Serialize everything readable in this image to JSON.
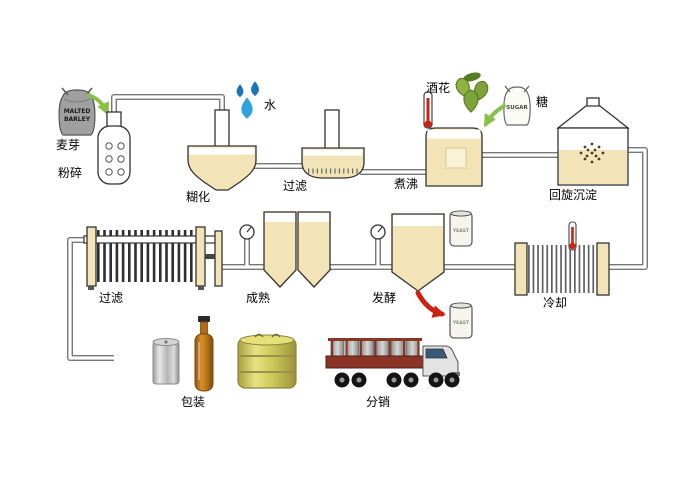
{
  "colors": {
    "liquid": "#f2e4b6",
    "outline": "#333333",
    "pipe": "#777777",
    "water_blue": "#2ea3dc",
    "water_blue_dark": "#1b75bb",
    "hops_green": "#7da33a",
    "arrow_green": "#8abf4a",
    "arrow_red": "#cc2211",
    "sack_gray": "#a0a0a0",
    "keg_yellow": "#cfc75a",
    "bottle_amber": "#b06f18"
  },
  "stages": {
    "malt": {
      "label": "麦芽",
      "sack_line1": "MALTED",
      "sack_line2": "BARLEY"
    },
    "mill": {
      "label": "粉碎"
    },
    "mash": {
      "label": "糊化"
    },
    "water": {
      "label": "水"
    },
    "lauter": {
      "label": "过滤"
    },
    "boil": {
      "label": "煮沸"
    },
    "hops": {
      "label": "酒花"
    },
    "sugar": {
      "label": "糖",
      "sack_text": "SUGAR"
    },
    "whirlpool": {
      "label": "回旋沉淀"
    },
    "cooling": {
      "label": "冷却"
    },
    "fermentation": {
      "label": "发酵",
      "yeast_can_text": "YEAST"
    },
    "maturation": {
      "label": "成熟"
    },
    "filtration": {
      "label": "过滤"
    },
    "packaging": {
      "label": "包装"
    },
    "distribution": {
      "label": "分销"
    }
  }
}
